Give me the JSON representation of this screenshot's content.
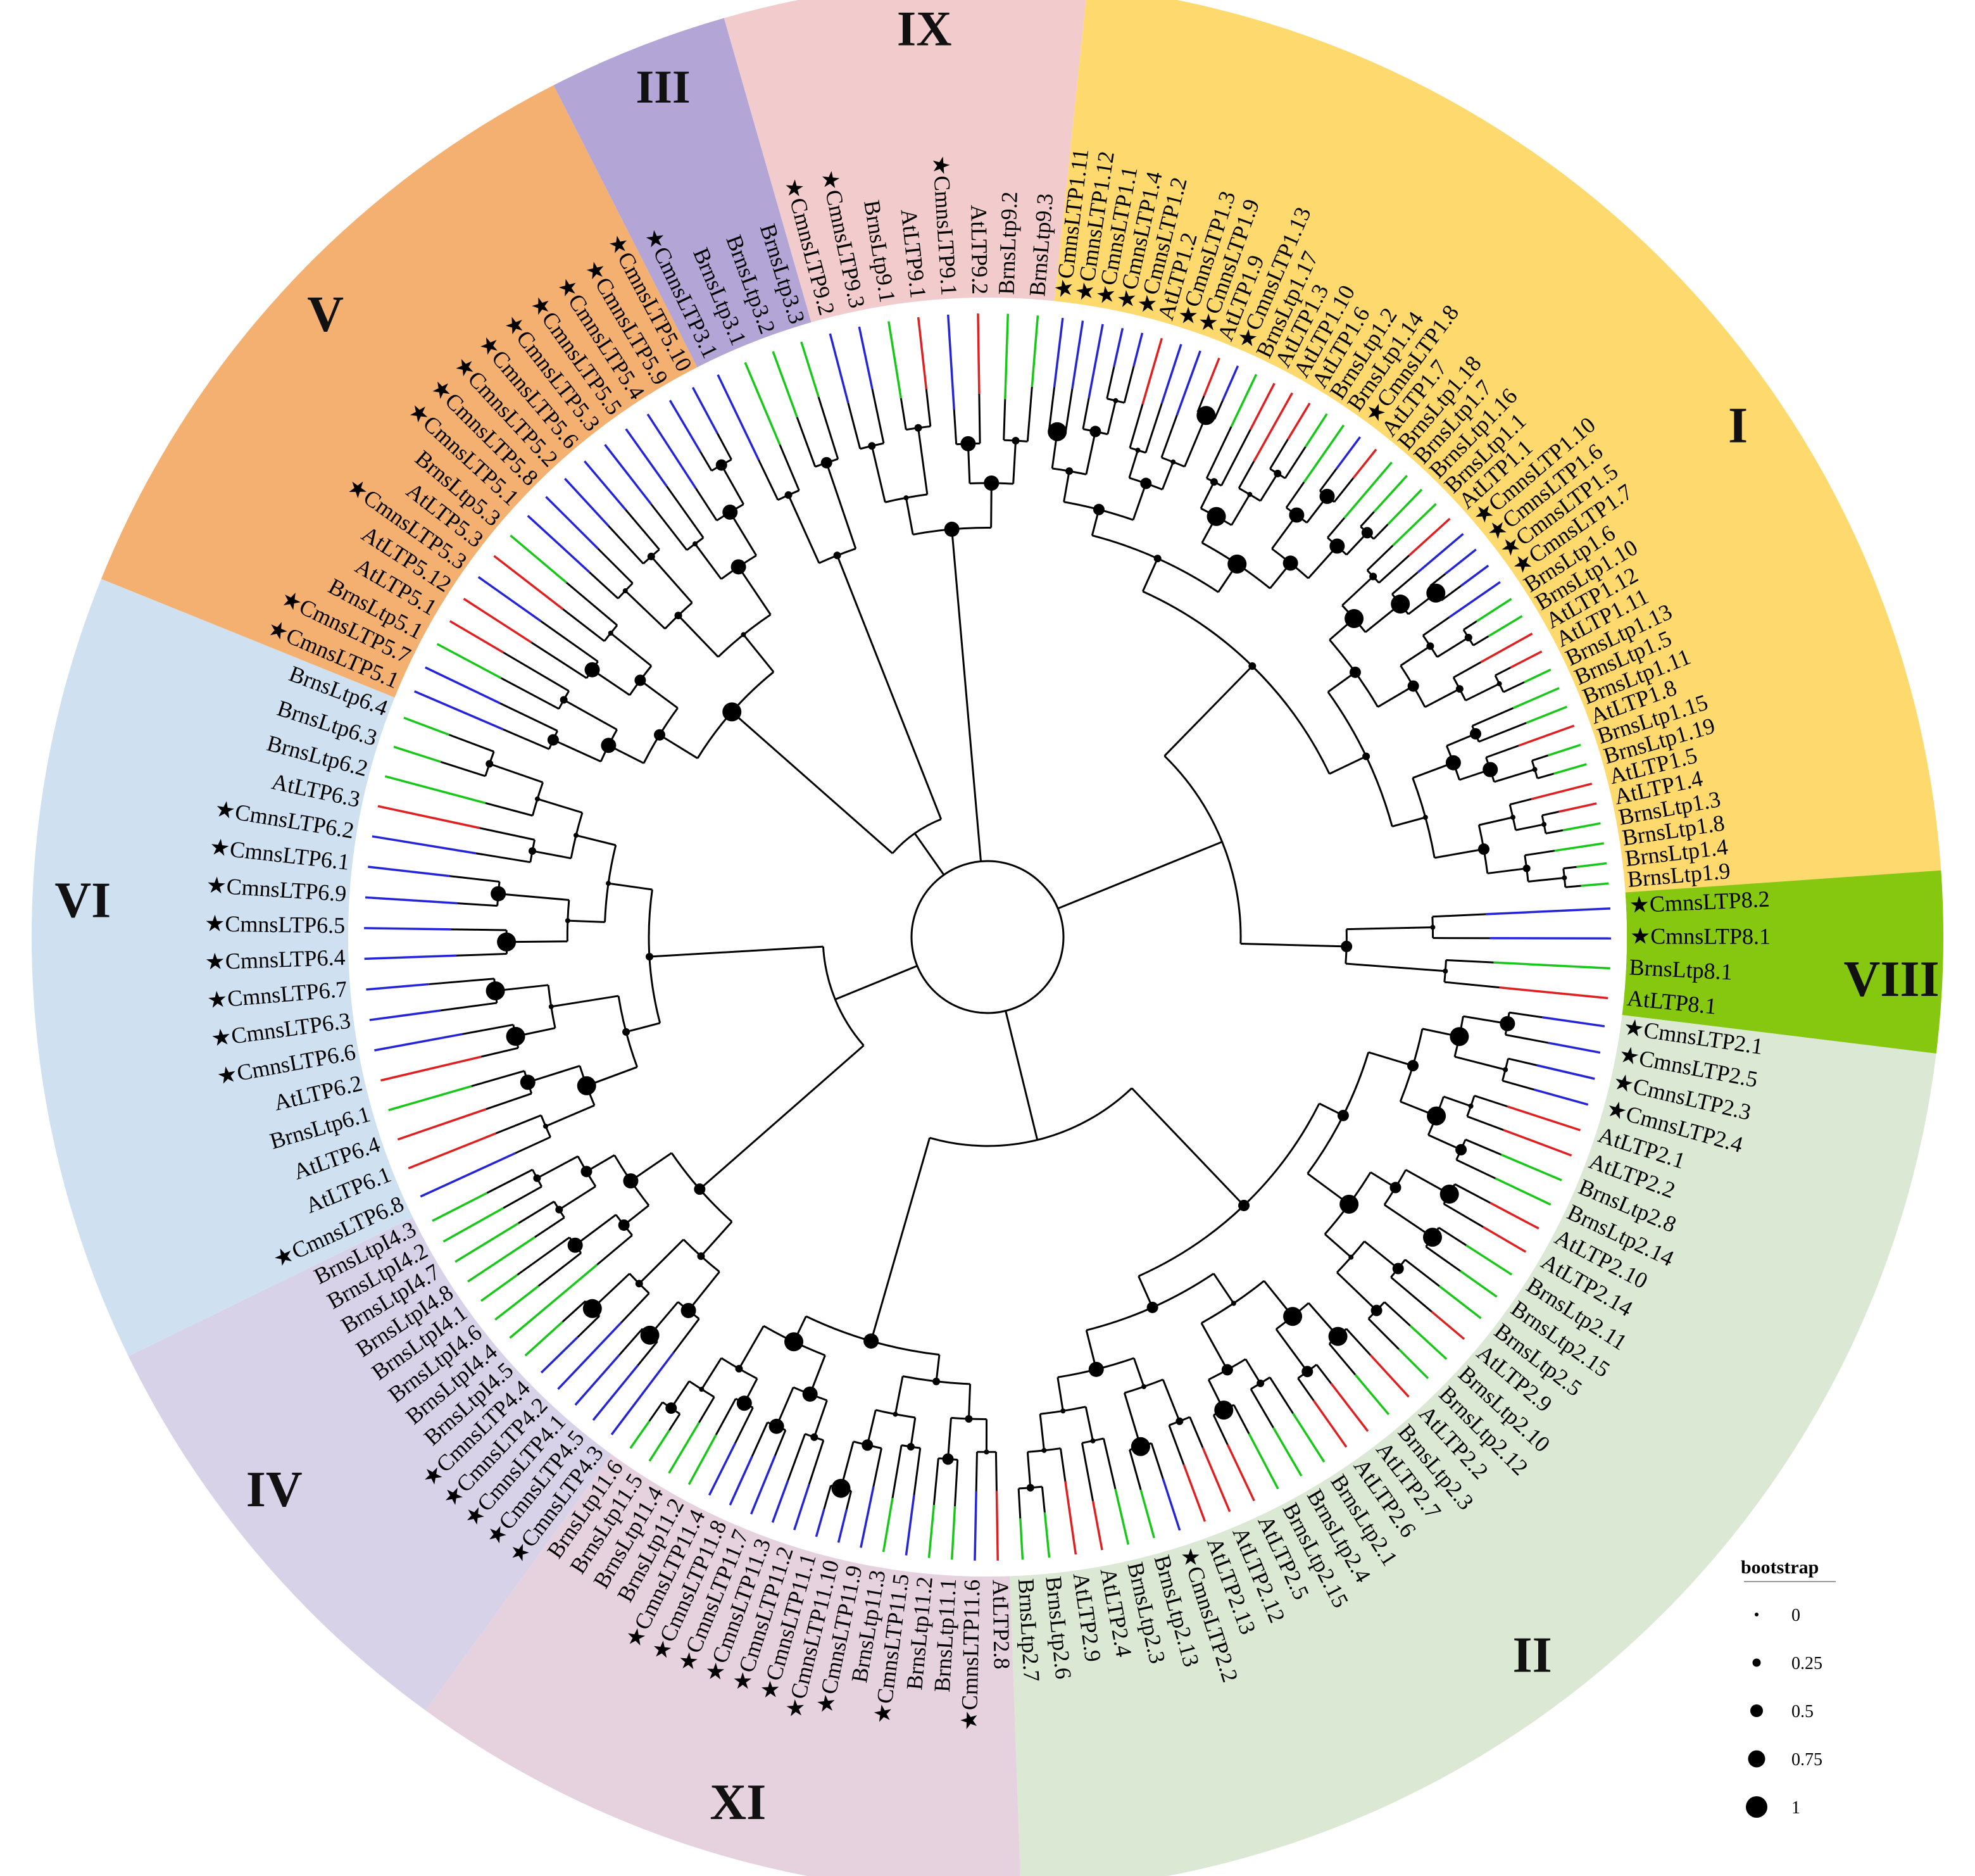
{
  "colors": {
    "sector_I": "#fdd96e",
    "sector_II": "#dbe8d4",
    "sector_III": "#b3a6d6",
    "sector_IV": "#d8d2e8",
    "sector_V": "#f3b070",
    "sector_VI": "#cfe1f1",
    "sector_VIII": "#86c70f",
    "sector_IX": "#f2cccc",
    "sector_XI": "#e6d1df",
    "branch_Cmns": "#2424d8",
    "branch_At": "#e02020",
    "branch_Brns": "#18c818",
    "branch_internal": "#000000"
  },
  "clades": [
    {
      "id": "I",
      "label": "I",
      "color": "sector_I",
      "leaves": [
        "CmnsLTP1.11",
        "CmnsLTP1.12",
        "CmnsLTP1.1",
        "CmnsLTP1.4",
        "CmnsLTP1.2",
        "AtLTP1.2",
        "CmnsLTP1.3",
        "CmnsLTP1.9",
        "AtLTP1.9",
        "CmnsLTP1.13",
        "BrnsLtp1.17",
        "AtLTP1.3",
        "AtLTP1.10",
        "AtLTP1.6",
        "BrnsLtp1.2",
        "BrnsLtp1.14",
        "CmnsLTP1.8",
        "AtLTP1.7",
        "BrnsLtp1.18",
        "BrnsLtp1.7",
        "BrnsLtp1.16",
        "BrnsLtp1.1",
        "AtLTP1.1",
        "CmnsLTP1.10",
        "CmnsLTP1.6",
        "CmnsLTP1.5",
        "CmnsLTP1.7",
        "BrnsLtp1.6",
        "BrnsLtp1.10",
        "AtLTP1.12",
        "AtLTP1.11",
        "BrnsLtp1.13",
        "BrnsLtp1.5",
        "BrnsLtp1.11",
        "AtLTP1.8",
        "BrnsLtp1.15",
        "BrnsLtp1.19",
        "AtLTP1.5",
        "AtLTP1.4",
        "BrnsLtp1.3",
        "BrnsLtp1.8",
        "BrnsLtp1.4",
        "BrnsLtp1.9"
      ]
    },
    {
      "id": "VIII",
      "label": "VIII",
      "color": "sector_VIII",
      "leaves": [
        "CmnsLTP8.2",
        "CmnsLTP8.1",
        "BrnsLtp8.1",
        "AtLTP8.1"
      ]
    },
    {
      "id": "II",
      "label": "II",
      "color": "sector_II",
      "leaves": [
        "CmnsLTP2.1",
        "CmnsLTP2.5",
        "CmnsLTP2.3",
        "CmnsLTP2.4",
        "AtLTP2.1",
        "AtLTP2.2",
        "BrnsLtp2.8",
        "BrnsLtp2.14",
        "AtLTP2.10",
        "AtLTP2.14",
        "BrnsLtp2.11",
        "BrnsLtp2.15",
        "BrnsLtp2.5",
        "AtLTP2.9",
        "BrnsLtp2.10",
        "BrnsLtp2.12",
        "AtLTP2.2",
        "BrnsLtp2.3",
        "AtLTP2.7",
        "AtLTP2.6",
        "BrnsLtp2.1",
        "BrnsLtp2.4",
        "BrnsLtp2.15",
        "AtLTP2.5",
        "AtLTP2.12",
        "AtLTP2.13",
        "CmnsLTP2.2",
        "BrnsLtp2.13",
        "BrnsLtp2.3",
        "AtLTP2.4",
        "AtLTP2.9",
        "BrnsLtp2.6",
        "BrnsLtp2.7"
      ]
    },
    {
      "id": "XI",
      "label": "XI",
      "color": "sector_XI",
      "leaves": [
        "AtLTP2.8",
        "CmnsLTP11.6",
        "BrnsLtp11.1",
        "BrnsLtp11.2",
        "CmnsLTP11.5",
        "BrnsLtp11.3",
        "CmnsLTP11.9",
        "CmnsLTP11.10",
        "CmnsLTP11.1",
        "CmnsLTP11.2",
        "CmnsLTP11.3",
        "CmnsLTP11.7",
        "CmnsLTP11.8",
        "CmnsLTP11.4",
        "BrnsLtp11.2",
        "BrnsLtp11.4",
        "BrnsLtp11.5",
        "BrnsLtp11.6"
      ]
    },
    {
      "id": "IV",
      "label": "IV",
      "color": "sector_IV",
      "leaves": [
        "CmnsLTP4.3",
        "CmnsLTP4.5",
        "CmnsLTP4.1",
        "CmnsLTP4.2",
        "CmnsLTP4.4",
        "BrnsLtpI4.5",
        "BrnsLtpI4.4",
        "BrnsLtpI4.6",
        "BrnsLtpI4.1",
        "BrnsLtpI4.8",
        "BrnsLtpI4.7",
        "BrnsLtpI4.2",
        "BrnsLtpI4.3"
      ]
    },
    {
      "id": "VI",
      "label": "VI",
      "color": "sector_VI",
      "leaves": [
        "CmnsLTP6.8",
        "AtLTP6.1",
        "AtLTP6.4",
        "BrnsLtp6.1",
        "AtLTP6.2",
        "CmnsLTP6.6",
        "CmnsLTP6.3",
        "CmnsLTP6.7",
        "CmnsLTP6.4",
        "CmnsLTP6.5",
        "CmnsLTP6.9",
        "CmnsLTP6.1",
        "CmnsLTP6.2",
        "AtLTP6.3",
        "BrnsLtp6.2",
        "BrnsLtp6.3",
        "BrnsLtp6.4"
      ]
    },
    {
      "id": "V",
      "label": "V",
      "color": "sector_V",
      "leaves": [
        "CmnsLTP5.1",
        "CmnsLTP5.7",
        "BrnsLtp5.1",
        "AtLTP5.1",
        "AtLTP5.12",
        "CmnsLTP5.3",
        "AtLTP5.3",
        "BrnsLtp5.3",
        "CmnsLTP5.1",
        "CmnsLTP5.8",
        "CmnsLTP5.2",
        "CmnsLTP5.6",
        "CmnsLTP5.3",
        "CmnsLTP5.5",
        "CmnsLTP5.4",
        "CmnsLTP5.9",
        "CmnsLTP5.10"
      ]
    },
    {
      "id": "III",
      "label": "III",
      "color": "sector_III",
      "leaves": [
        "CmnsLTP3.1",
        "BrnsLtp3.1",
        "BrnsLtp3.2",
        "BrnsLtp3.3"
      ]
    },
    {
      "id": "IX",
      "label": "IX",
      "color": "sector_IX",
      "leaves": [
        "CmnsLTP9.2",
        "CmnsLTP9.3",
        "BrnsLtp9.1",
        "AtLTP9.1",
        "CmnsLTP9.1",
        "AtLTP9.2",
        "BrnsLtp9.2",
        "BrnsLtp9.3"
      ]
    }
  ],
  "legend": {
    "title": "bootstrap",
    "items": [
      {
        "label": "0",
        "value": 0
      },
      {
        "label": "0.25",
        "value": 0.25
      },
      {
        "label": "0.5",
        "value": 0.5
      },
      {
        "label": "0.75",
        "value": 0.75
      },
      {
        "label": "1",
        "value": 1
      }
    ]
  }
}
